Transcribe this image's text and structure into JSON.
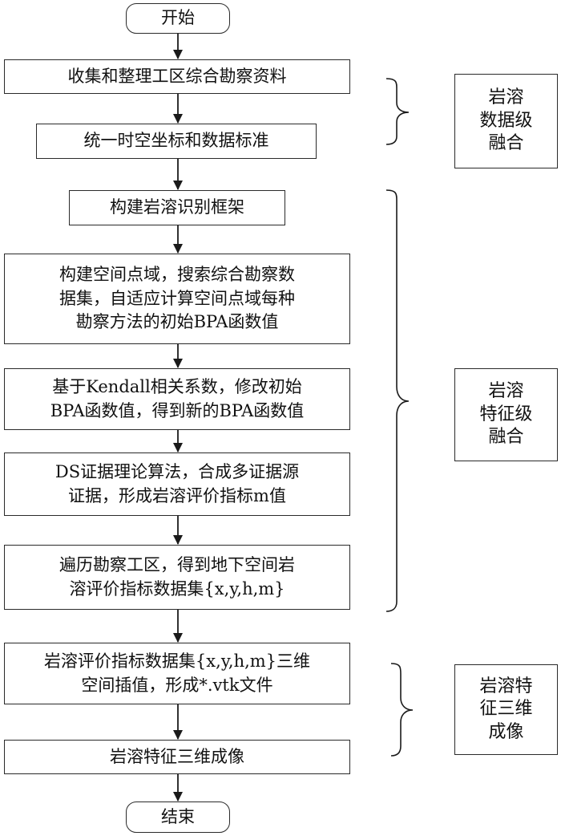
{
  "diagram": {
    "nodes": [
      {
        "id": "start",
        "text": "开始"
      },
      {
        "id": "step1",
        "text": "收集和整理工区综合勘察资料"
      },
      {
        "id": "step2",
        "text": "统一时空坐标和数据标准"
      },
      {
        "id": "step3",
        "text": "构建岩溶识别框架"
      },
      {
        "id": "step4",
        "text": "构建空间点域，搜索综合勘察数\n据集，自适应计算空间点域每种\n勘察方法的初始BPA函数值"
      },
      {
        "id": "step5",
        "text": "基于Kendall相关系数，修改初始\nBPA函数值，得到新的BPA函数值"
      },
      {
        "id": "step6",
        "text": "DS证据理论算法，合成多证据源\n证据，形成岩溶评价指标m值"
      },
      {
        "id": "step7",
        "text": "遍历勘察工区，得到地下空间岩\n溶评价指标数据集{x,y,h,m}"
      },
      {
        "id": "step8",
        "text": "岩溶评价指标数据集{x,y,h,m}三维\n空间插值，形成*.vtk文件"
      },
      {
        "id": "step9",
        "text": "岩溶特征三维成像"
      },
      {
        "id": "end",
        "text": "结束"
      }
    ],
    "groups": [
      {
        "id": "group-data-fusion",
        "text": "岩溶\n数据级\n融合"
      },
      {
        "id": "group-feature-fusion",
        "text": "岩溶\n特征级\n融合"
      },
      {
        "id": "group-3d-imaging",
        "text": "岩溶特\n征三维\n成像"
      }
    ]
  }
}
